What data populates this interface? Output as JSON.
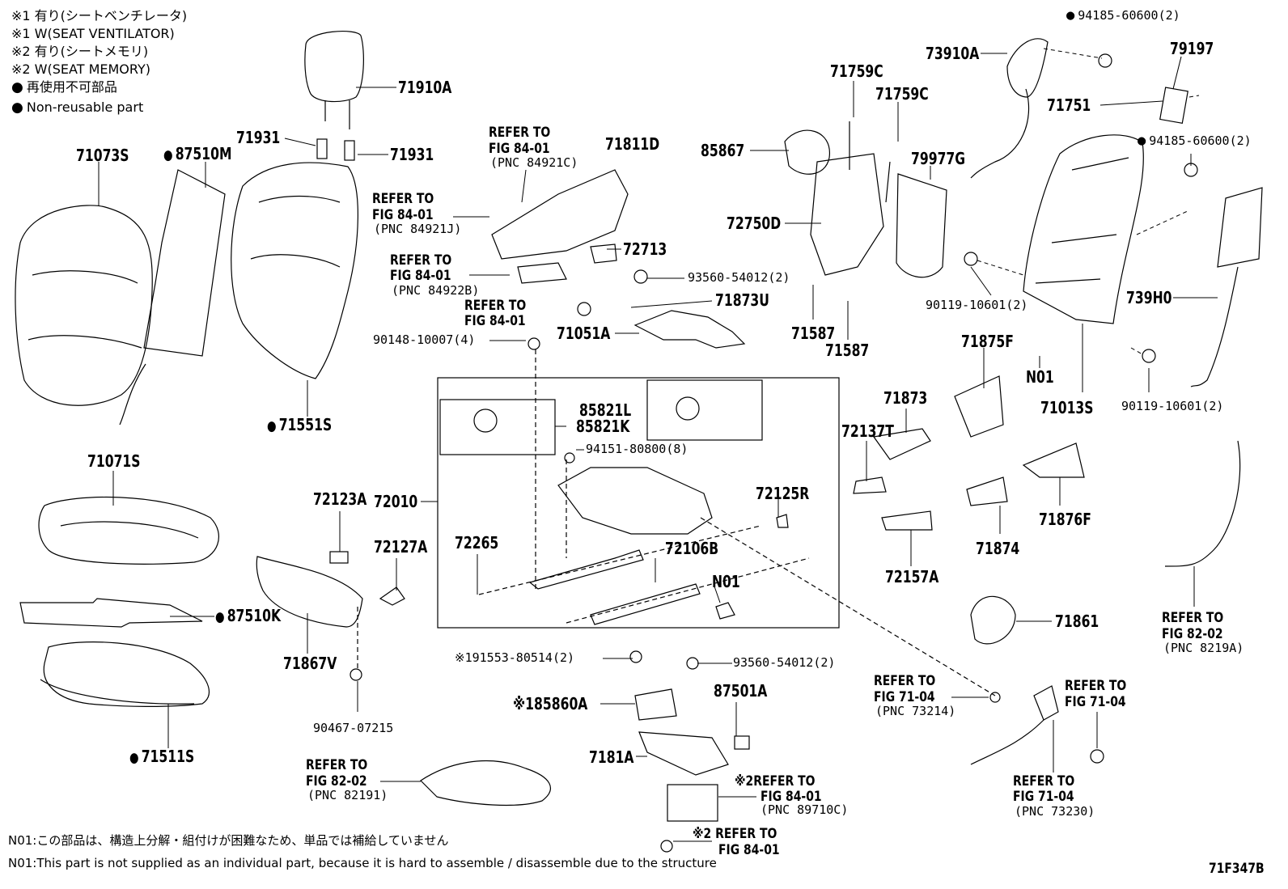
{
  "legend": {
    "line1": "※1 有り(シートベンチレータ)",
    "line2": "※1 W(SEAT VENTILATOR)",
    "line3": "※2 有り(シートメモリ)",
    "line4": "※2 W(SEAT MEMORY)",
    "line5": "再使用不可部品",
    "line6": "Non-reusable part"
  },
  "parts": {
    "p71910A": "71910A",
    "p71931a": "71931",
    "p71931b": "71931",
    "p71073S": "71073S",
    "p87510M": "87510M",
    "p71551S": "71551S",
    "p71071S": "71071S",
    "p87510K": "87510K",
    "p71511S": "71511S",
    "p71867V": "71867V",
    "p90467": "90467-07215",
    "p72123A": "72123A",
    "p72010": "72010",
    "p72127A": "72127A",
    "p71811D": "71811D",
    "p72713": "72713",
    "p93560a": "93560-54012(2)",
    "p71873U": "71873U",
    "p71051A": "71051A",
    "p90148": "90148-10007(4)",
    "p85821L": "85821L",
    "p85821K": "85821K",
    "p94151": "94151-80800(8)",
    "p72125R": "72125R",
    "p72265": "72265",
    "p72106B": "72106B",
    "pN01a": "N01",
    "p85867": "85867",
    "p71759Ca": "71759C",
    "p71759Cb": "71759C",
    "p72750D": "72750D",
    "p71587a": "71587",
    "p71587b": "71587",
    "p73910A": "73910A",
    "p94185a": "94185-60600(2)",
    "p79197": "79197",
    "p71751": "71751",
    "p79977G": "79977G",
    "p94185b": "94185-60600(2)",
    "p90119a": "90119-10601(2)",
    "p739H0": "739H0",
    "p71875F": "71875F",
    "pN01b": "N01",
    "p71013S": "71013S",
    "p90119b": "90119-10601(2)",
    "p71873": "71873",
    "p72137T": "72137T",
    "p71876F": "71876F",
    "p71874": "71874",
    "p72157A": "72157A",
    "p71861": "71861",
    "p191553": "※191553-80514(2)",
    "p93560b": "93560-54012(2)",
    "p85860A": "※185860A",
    "p87501A": "87501A",
    "p7181A": "7181A"
  },
  "refs": {
    "r1a": "REFER TO",
    "r1b": "FIG 84-01",
    "r1c": "(PNC 84921C)",
    "r2a": "REFER TO",
    "r2b": "FIG 84-01",
    "r2c": "(PNC 84921J)",
    "r3a": "REFER TO",
    "r3b": "FIG 84-01",
    "r3c": "(PNC 84922B)",
    "r4a": "REFER TO",
    "r4b": "FIG 84-01",
    "r5a": "REFER TO",
    "r5b": "FIG 82-02",
    "r5c": "(PNC 82191)",
    "r6a": "※2REFER TO",
    "r6b": "FIG 84-01",
    "r6c": "(PNC 89710C)",
    "r7a": "※2 REFER TO",
    "r7b": "FIG 84-01",
    "r8a": "REFER TO",
    "r8b": "FIG 71-04",
    "r8c": "(PNC 73214)",
    "r9a": "REFER TO",
    "r9b": "FIG 71-04",
    "r10a": "REFER TO",
    "r10b": "FIG 71-04",
    "r10c": "(PNC 73230)",
    "r11a": "REFER TO",
    "r11b": "FIG 82-02",
    "r11c": "(PNC 8219A)"
  },
  "footer": {
    "note_jp": "N01:この部品は、構造上分解・組付けが困難なため、単品では補給していません",
    "note_en": "N01:This part is not supplied as an individual part, because it is hard to assemble / disassemble due to the structure",
    "code": "71F347B"
  }
}
